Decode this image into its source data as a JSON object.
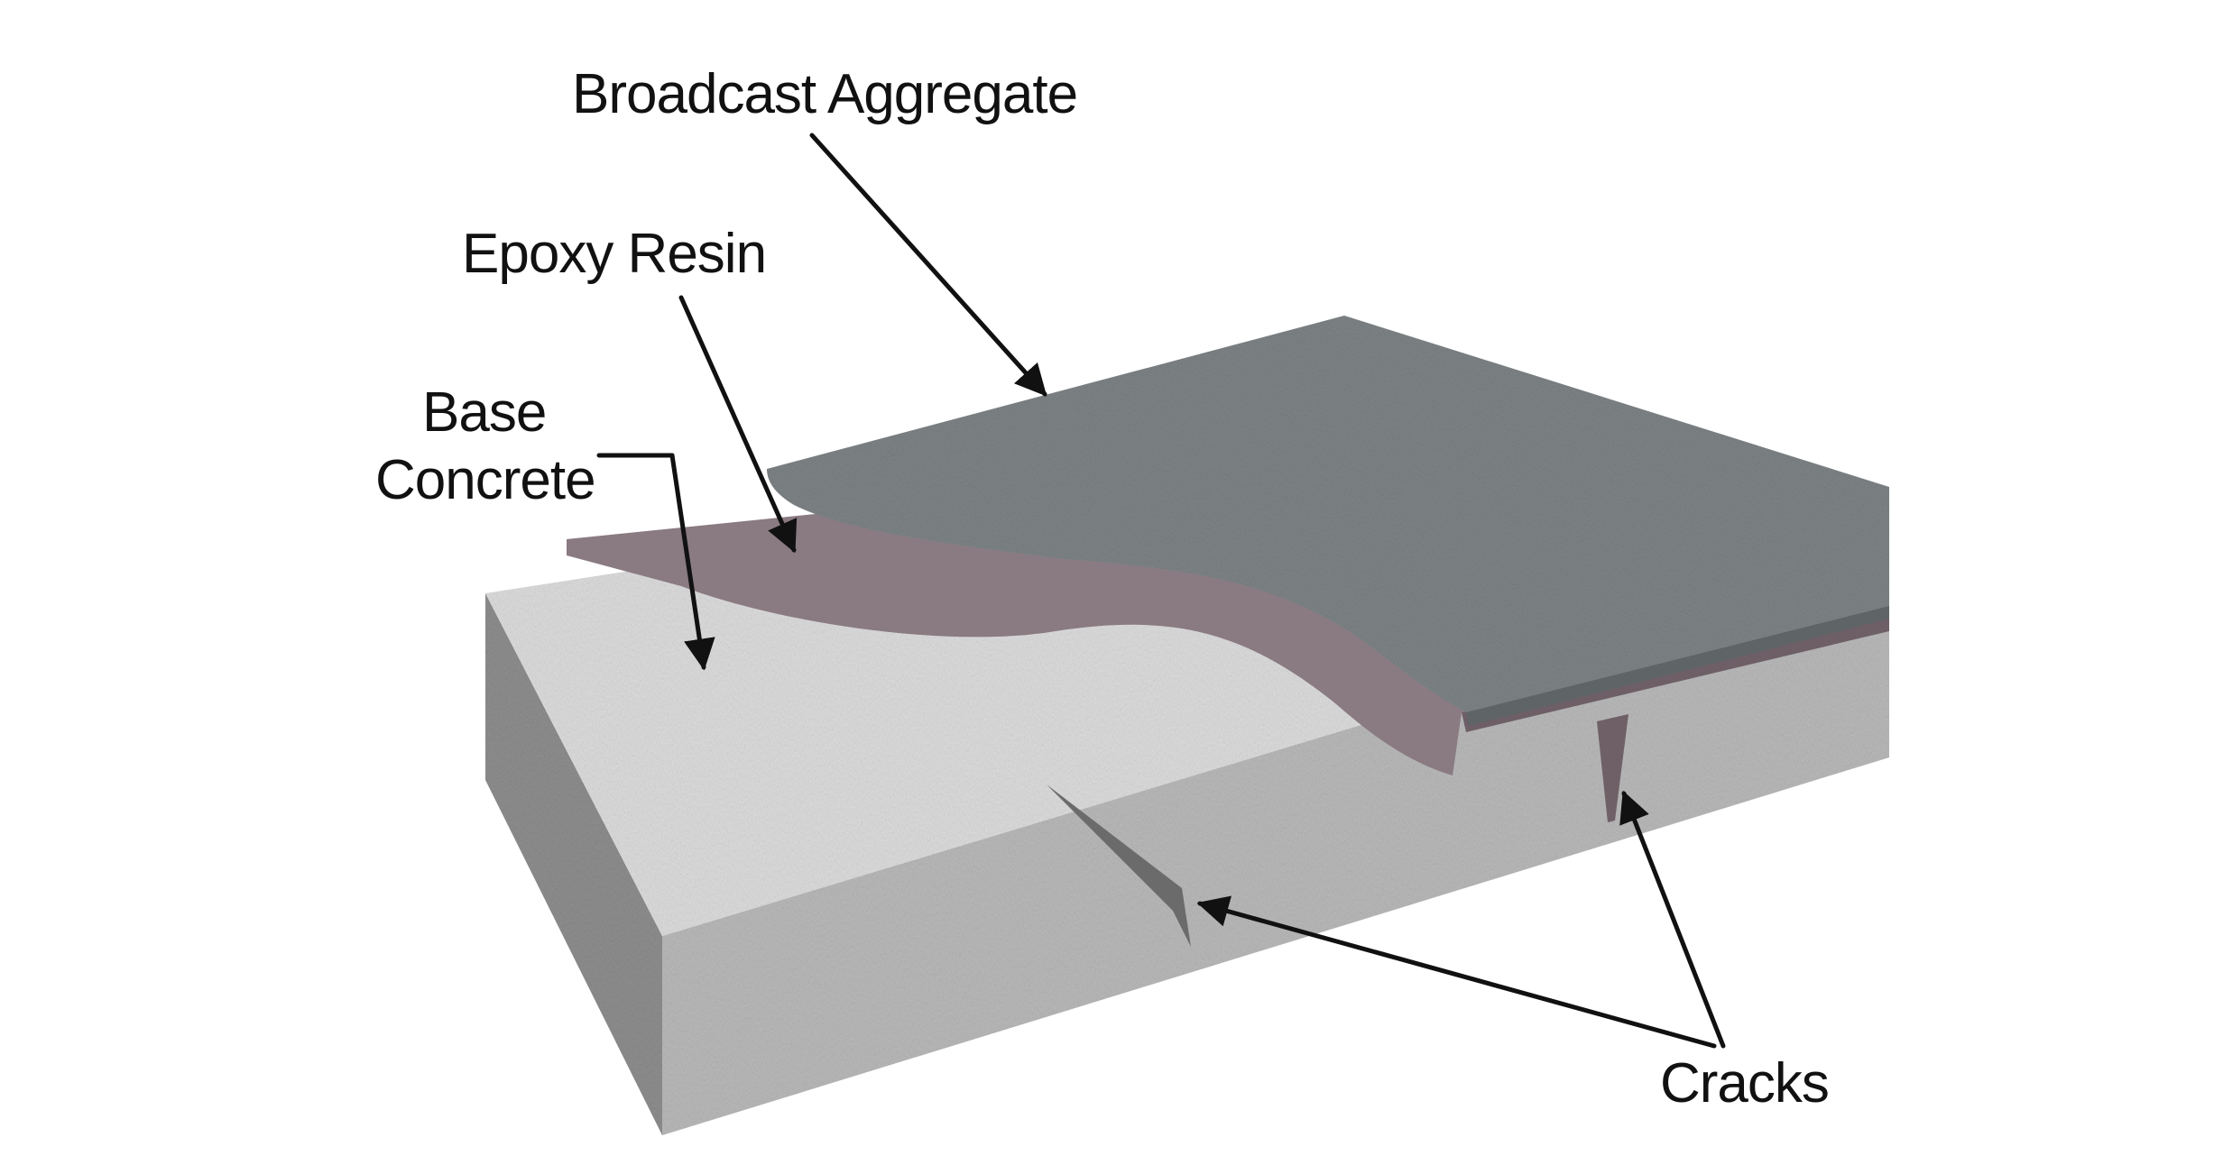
{
  "labels": {
    "broadcast_aggregate": "Broadcast Aggregate",
    "epoxy_resin": "Epoxy Resin",
    "base_concrete_line1": "Base",
    "base_concrete_line2": "Concrete",
    "cracks": "Cracks"
  },
  "colors": {
    "background": "#ffffff",
    "aggregate_top": "#7f8587",
    "resin": "#8a7a82",
    "concrete_top": "#dcdcdc",
    "concrete_left_face": "#8e8e8e",
    "concrete_front_face": "#b9b9b9",
    "text": "#111111"
  }
}
